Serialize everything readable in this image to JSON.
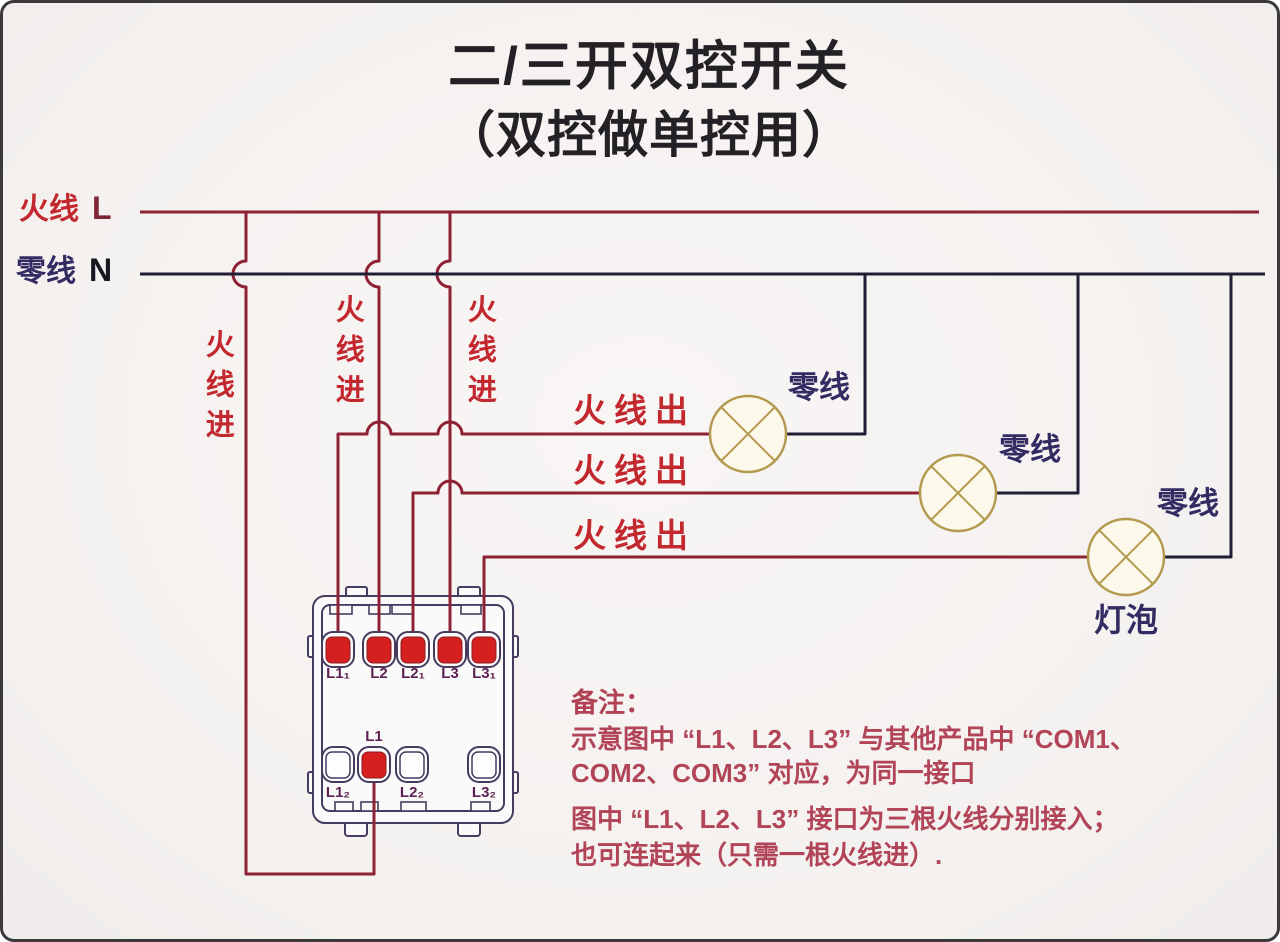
{
  "title": {
    "line1": "二/三开双控开关",
    "line2": "（双控做单控用）"
  },
  "buses": {
    "live": {
      "label": "火线",
      "letter": "L"
    },
    "neutral": {
      "label": "零线",
      "letter": "N"
    }
  },
  "wires": {
    "feed_in_labels": [
      "火线进",
      "火线进",
      "火线进"
    ],
    "feed_out_labels": [
      "火线出",
      "火线出",
      "火线出"
    ],
    "lamp_neutral_labels": [
      "零线",
      "零线",
      "零线"
    ]
  },
  "lamps": {
    "bulb_label": "灯泡"
  },
  "switch_panel": {
    "top_terminal_labels": [
      "L1₁",
      "L2",
      "L2₁",
      "L3",
      "L3₁"
    ],
    "bottom_com_label": "L1",
    "bottom_terminal_labels": [
      "L1₂",
      "L2₂",
      "L3₂"
    ]
  },
  "notes": {
    "header": "备注：",
    "para1_line1": "示意图中 “L1、L2、L3” 与其他产品中 “COM1、",
    "para1_line2": "COM2、COM3” 对应，为同一接口",
    "para2_line1": "图中 “L1、L2、L3” 接口为三根火线分别接入；",
    "para2_line2": "也可连起来（只需一根火线进）."
  },
  "colors": {
    "live_wire": "#8e2234",
    "neutral_wire": "#1f1e35",
    "live_text": "#c3282e",
    "neutral_text": "#352b63",
    "lamp_stroke": "#b39a4f",
    "terminal_red": "#d6201f",
    "panel_outline": "#453c60",
    "note_text": "#b24458",
    "title_text": "#232125",
    "background": "#f5f2f0",
    "frame_border": "#3b393b"
  }
}
